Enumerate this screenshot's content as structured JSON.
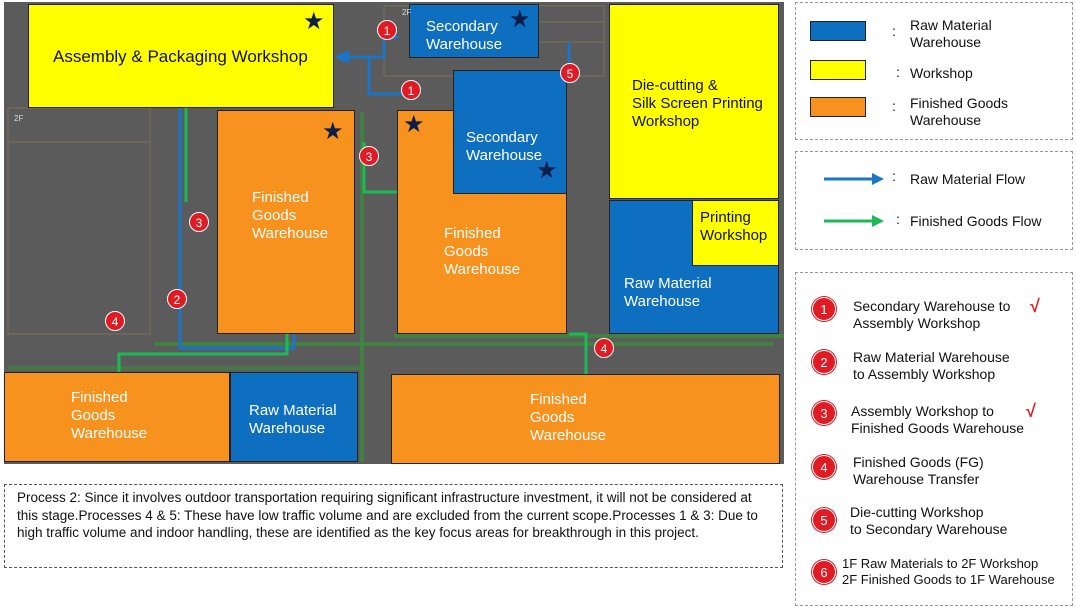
{
  "blocks": {
    "assembly": "Assembly & Packaging Workshop",
    "secondary_top": "Secondary\nWarehouse",
    "diecut": "Die-cutting &\nSilk Screen Printing\n Workshop",
    "fg_left": "Finished\nGoods\nWarehouse",
    "secondary_mid": "Secondary\nWarehouse",
    "fg_center": "Finished\nGoods\nWarehouse",
    "printing": "Printing\nWorkshop",
    "raw_right": "Raw Material\nWarehouse",
    "fg_bottom_left": "Finished\nGoods\nWarehouse",
    "raw_bottom": "Raw Material\nWarehouse",
    "fg_bottom_right": "Finished\nGoods\nWarehouse",
    "floor_label_1": "2F",
    "floor_label_2": "2F"
  },
  "map_badges": [
    "1",
    "1",
    "5",
    "3",
    "3",
    "2",
    "4",
    "4"
  ],
  "legend": {
    "colon": ":",
    "raw_material": "Raw Material\nWarehouse",
    "workshop": "Workshop",
    "finished_goods": "Finished Goods\nWarehouse",
    "raw_flow": "Raw Material Flow",
    "fg_flow": "Finished Goods Flow"
  },
  "colors": {
    "raw_material": "#0e6fc1",
    "workshop": "#ffff00",
    "finished_goods": "#f7921e",
    "raw_flow": "#1a75c9",
    "fg_flow": "#1db954",
    "badge": "#e01b24"
  },
  "processes": [
    {
      "num": "1",
      "text": "Secondary Warehouse to\nAssembly Workshop",
      "check": "√"
    },
    {
      "num": "2",
      "text": "Raw Material Warehouse\nto Assembly Workshop",
      "check": ""
    },
    {
      "num": "3",
      "text": "Assembly Workshop to\nFinished Goods Warehouse",
      "check": "√"
    },
    {
      "num": "4",
      "text": "Finished Goods (FG)\n Warehouse Transfer",
      "check": ""
    },
    {
      "num": "5",
      "text": "Die-cutting Workshop\nto Secondary Warehouse",
      "check": ""
    },
    {
      "num": "6",
      "text": "1F Raw Materials to 2F Workshop\n2F Finished Goods to 1F Warehouse",
      "check": ""
    }
  ],
  "note": "Process 2: Since it involves outdoor transportation requiring significant infrastructure investment, it will not be considered at this stage.Processes 4 & 5: These have low traffic volume and are excluded from the current scope.Processes 1 & 3: Due to high traffic volume and indoor handling, these are identified as the key focus areas for breakthrough in this project."
}
